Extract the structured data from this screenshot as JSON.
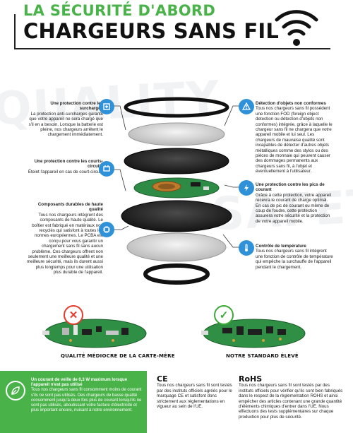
{
  "header": {
    "kicker": "LA SÉCURITÉ D'ABORD",
    "title": "CHARGEURS SANS FIL",
    "icon": "wireless-signal-icon"
  },
  "watermark": {
    "line1": "QUALITY",
    "line2": "SAFETY"
  },
  "callouts_left": [
    {
      "heading": "Une protection contre les surcharges",
      "body": "La protection anti-surcharges garantit que votre appareil ne sera chargé que s'il en a besoin. Lorsque la batterie est pleine, nos chargeurs arrêtent le chargement immédiatement.",
      "icon": "surge-protection-icon"
    },
    {
      "heading": "Une protection contre les courts-circuits",
      "body": "Éteint l'appareil en cas de court-circuit.",
      "icon": "short-circuit-icon"
    },
    {
      "heading": "Composants durables de haute qualité",
      "body": "Tous nos chargeurs intègrent des composants de haute qualité. Le boîtier est fabriqué en matériaux non recyclés qui satisfont à toutes les normes européennes. Le PCBA est conçu pour vous garantir un chargement sans fil sans aucun problème. Ces chargeurs offrent non seulement une meilleure qualité et une meilleure sécurité, mais ils durent aussi plus longtemps pour une utilisation plus durable de l'appareil.",
      "icon": "quality-components-icon"
    }
  ],
  "callouts_right": [
    {
      "heading": "Détection d'objets non conformes",
      "body": "Tous nos chargeurs sans fil possèdent une fonction FOD (foreign object detection ou détection d'objets non conformes) intégrée, grâce à laquelle le chargeur sans fil ne chargera que votre appareil mobile et lui seul. Les chargeurs de mauvaise qualité sont incapables de détecter d'autres objets métalliques comme des stylos ou des pièces de monnaie qui peuvent causer des dommages permanents aux chargeurs sans fil, à l'objet et éventuellement à l'utilisateur.",
      "icon": "warning-icon"
    },
    {
      "heading": "Une protection contre les pics de courant",
      "body": "Grâce à cette protection, votre appareil recevra le courant de charge optimal. En cas de pic de courant ou même de coup de foudre, cette protection assurera votre sécurité et la protection de votre appareil mobile.",
      "icon": "lightning-icon"
    },
    {
      "heading": "Contrôle de température",
      "body": "Tous nos chargeurs sans fil intègrent une fonction de contrôle de température qui empêche la surchauffe de l'appareil pendant le chargement.",
      "icon": "thermometer-icon"
    }
  ],
  "comparison": {
    "bad_label": "QUALITÉ MÉDIOCRE DE LA CARTE-MÈRE",
    "good_label": "NOTRE STANDARD ÉLEVÉ",
    "bad_icon": "cross-icon",
    "good_icon": "check-icon"
  },
  "bottom": {
    "green": {
      "heading": "Un courant de veille de 0,3 W maximum lorsque l'appareil n'est pas utilisé",
      "body": "Tous nos chargeurs sans fil consomment moins de courant s'ils ne sont pas utilisés. Des chargeurs de basse qualité consomment jusqu'à deux fois plus de courant lorsqu'ils ne sont pas utilisés, aboutissant votre facture d'électricité et plus important encore, nuisant à notre environnement.",
      "icon": "leaf-icon"
    },
    "ce": {
      "mark": "CE",
      "body": "Tous nos chargeurs sans fil sont testés par des instituts officiels agréés pour le marquage CE et satisfont donc strictement aux réglementations en vigueur au sein de l'UE."
    },
    "rohs": {
      "mark": "RoHS",
      "body": "Tous nos chargeurs sans fil sont testés par des instituts officiels pour vérifier qu'ils sont bien fabriqués dans le respect de la réglementation ROHS et ainsi empêcher des articles contenant une grande quantité d'éléments chimiques d'entrer dans l'UE. Nous effectuons des tests supplémentaires sur chaque production pour plus de sécurité."
    }
  },
  "colors": {
    "accent_green": "#49b349",
    "accent_blue": "#2f92d8",
    "bad_red": "#e43b2c",
    "good_green": "#3aa935"
  }
}
